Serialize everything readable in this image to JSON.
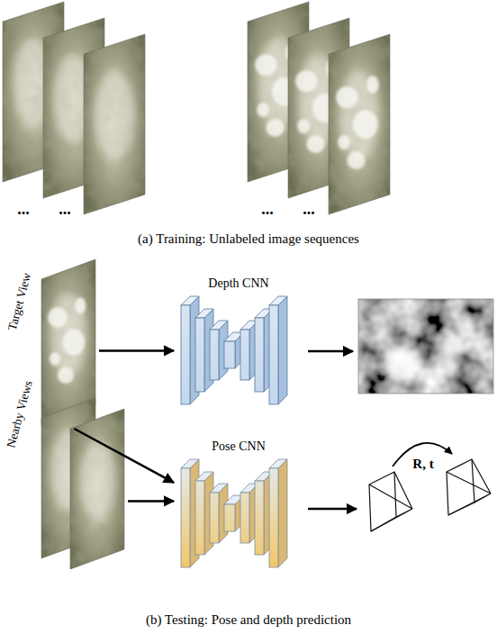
{
  "diagram": {
    "nodes": [
      {
        "text": [
          "Target View"
        ]
      },
      {
        "text": [
          "Depth CNN"
        ]
      },
      {
        "text": [
          "Nearby Views"
        ]
      },
      {
        "text": [
          "Pose CNN"
        ]
      }
    ],
    "edges": [
      {
        "from": 0,
        "to": 1,
        "arrow": "to"
      },
      {
        "from": 0,
        "to": 3,
        "arrow": "to"
      },
      {
        "from": 2,
        "to": 3,
        "arrow": "to"
      }
    ],
    "labels": [
      "...",
      "...",
      "...",
      "...",
      "(a) Training: Unlabeled image sequences",
      "R, t",
      "(b) Testing: Pose and depth prediction"
    ]
  }
}
